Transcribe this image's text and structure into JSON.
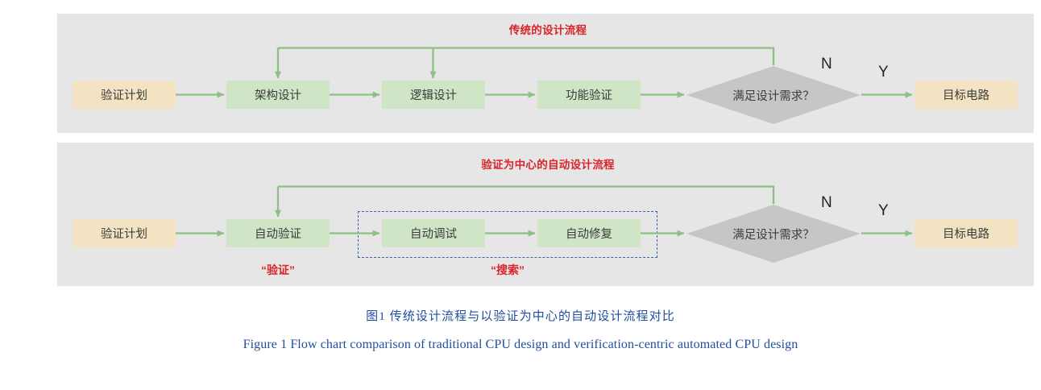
{
  "figure": {
    "caption_cn": "图1   传统设计流程与以验证为中心的自动设计流程对比",
    "caption_en": "Figure 1   Flow chart comparison of traditional CPU design and verification-centric automated CPU design",
    "caption_color": "#1f4e9c"
  },
  "colors": {
    "panel_bg": "#e6e6e6",
    "process_fill": "#cfe5c5",
    "terminal_fill": "#f3e3c3",
    "decision_fill": "#c6c6c6",
    "arrow": "#8cc084",
    "title_red": "#d9242a",
    "group_dashed_blue": "#3f63ad",
    "text_dark": "#3c3c3c"
  },
  "flows": [
    {
      "id": "traditional",
      "title": "传统的设计流程",
      "nodes": [
        {
          "id": "plan",
          "label": "验证计划",
          "type": "terminal"
        },
        {
          "id": "arch",
          "label": "架构设计",
          "type": "process"
        },
        {
          "id": "logic",
          "label": "逻辑设计",
          "type": "process"
        },
        {
          "id": "funcverif",
          "label": "功能验证",
          "type": "process"
        },
        {
          "id": "decision",
          "label": "满足设计需求？",
          "type": "decision"
        },
        {
          "id": "target",
          "label": "目标电路",
          "type": "terminal"
        }
      ],
      "branch_labels": {
        "no": "N",
        "yes": "Y"
      }
    },
    {
      "id": "automated",
      "title": "验证为中心的自动设计流程",
      "nodes": [
        {
          "id": "plan",
          "label": "验证计划",
          "type": "terminal"
        },
        {
          "id": "autoverif",
          "label": "自动验证",
          "type": "process"
        },
        {
          "id": "autodebug",
          "label": "自动调试",
          "type": "process"
        },
        {
          "id": "autorepair",
          "label": "自动修复",
          "type": "process"
        },
        {
          "id": "decision",
          "label": "满足设计需求？",
          "type": "decision"
        },
        {
          "id": "target",
          "label": "目标电路",
          "type": "terminal"
        }
      ],
      "branch_labels": {
        "no": "N",
        "yes": "Y"
      },
      "group_labels": {
        "verification": "“验证”",
        "search": "“搜索”"
      }
    }
  ]
}
